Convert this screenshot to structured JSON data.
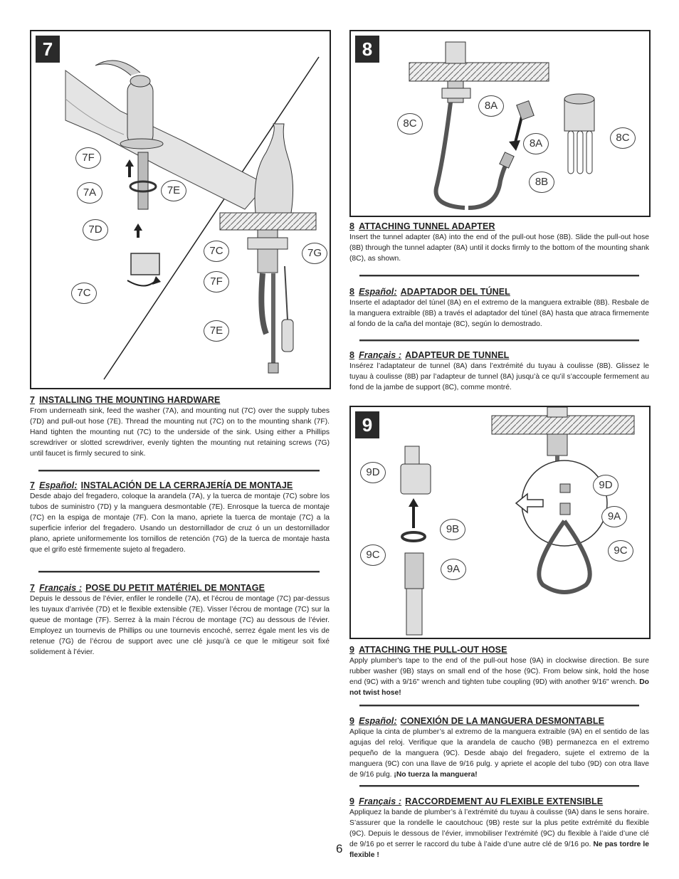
{
  "page_number": "6",
  "steps": {
    "s7": {
      "number": "7",
      "callouts": {
        "c7F_top": "7F",
        "c7A": "7A",
        "c7E_top": "7E",
        "c7D": "7D",
        "c7C_left": "7C",
        "c7C_right": "7C",
        "c7G": "7G",
        "c7F_right": "7F",
        "c7E_right": "7E"
      }
    },
    "s8": {
      "number": "8",
      "callouts": {
        "c8C_left": "8C",
        "c8A_top": "8A",
        "c8A_mid": "8A",
        "c8B": "8B",
        "c8C_right": "8C"
      }
    },
    "s9": {
      "number": "9",
      "callouts": {
        "c9D_left": "9D",
        "c9B": "9B",
        "c9C_left": "9C",
        "c9A_left": "9A",
        "c9D_right": "9D",
        "c9A_right": "9A",
        "c9C_right": "9C"
      }
    }
  },
  "text": {
    "s7_en": {
      "num": "7",
      "title": "INSTALLING THE MOUNTING HARDWARE",
      "body": "From underneath sink, feed the washer (7A), and mounting nut (7C) over the supply tubes (7D) and pull-out hose (7E). Thread the mounting nut (7C) on to the mounting shank (7F). Hand tighten the mounting nut (7C) to the underside of the sink. Using either a Phillips screwdriver or slotted screwdriver, evenly tighten the mounting nut retaining screws (7G) until faucet is firmly secured to sink."
    },
    "s7_es": {
      "num": "7",
      "lang": "Español:",
      "title": "INSTALACIÓN DE LA CERRAJERÍA DE MONTAJE",
      "body": "Desde abajo del fregadero, coloque la arandela (7A), y la tuerca de montaje (7C) sobre los tubos de suministro (7D) y la manguera desmontable (7E). Enrosque la tuerca de montaje (7C) en la espiga de montaje (7F). Con la mano, apriete la tuerca de montaje (7C) a la superficie inferior del fregadero. Usando un destornillador de cruz ó un un destornillador plano, apriete uniformemente los tornillos de retención (7G) de la tuerca de montaje hasta que el grifo esté firmemente sujeto al fregadero."
    },
    "s7_fr": {
      "num": "7",
      "lang": "Français :",
      "title": "POSE DU PETIT MATÉRIEL DE MONTAGE",
      "body": "Depuis le dessous de l’évier, enfiler le rondelle (7A), et l’écrou de montage (7C) par-dessus les tuyaux d’arrivée (7D) et le flexible extensible (7E). Visser l’écrou de montage (7C) sur la queue de montage (7F). Serrez à la main l’écrou de montage (7C) au dessous de l’évier. Employez un tournevis de Phillips ou une tournevis encoché, serrez égale ment les vis de retenue (7G) de l’écrou de support avec une clé jusqu’à ce que le mitigeur soit fixé solidement à l’évier."
    },
    "s8_en": {
      "num": "8",
      "title": "ATTACHING TUNNEL ADAPTER",
      "body": "Insert the tunnel adapter (8A) into the end of the pull-out hose (8B). Slide the pull-out hose (8B) through the tunnel adapter (8A) until it docks firmly to the bottom of the mounting shank (8C), as shown."
    },
    "s8_es": {
      "num": "8",
      "lang": "Español:",
      "title": "ADAPTADOR DEL TÚNEL",
      "body": "Inserte el adaptador del túnel (8A) en el extremo de la manguera extraible (8B). Resbale de la manguera extraible (8B) a través el adaptador del túnel (8A) hasta que atraca firmemente al fondo de la caña del montaje (8C), según lo demostrado."
    },
    "s8_fr": {
      "num": "8",
      "lang": "Français :",
      "title": "ADAPTEUR DE TUNNEL",
      "body": "Insérez l’adaptateur de tunnel (8A) dans l’extrémité du tuyau à coulisse (8B). Glissez  le tuyau à coulisse (8B) par l’adapteur de tunnel (8A) jusqu’à ce qu’il s’accouple fermement au fond de la jambe de support (8C), comme montré."
    },
    "s9_en": {
      "num": "9",
      "title": "ATTACHING THE PULL-OUT HOSE",
      "body": "Apply plumber's tape to the end of the pull-out hose (9A) in clockwise direction. Be sure rubber washer (9B) stays on small end of the hose (9C). From below sink, hold the hose end (9C) with a 9/16\" wrench and tighten tube coupling (9D) with another 9/16\" wrench.",
      "bold": "Do not twist hose!"
    },
    "s9_es": {
      "num": "9",
      "lang": "Español:",
      "title": "CONEXIÓN DE LA MANGUERA DESMONTABLE",
      "body": "Aplique la cinta de plumber’s al extremo de la manguera extraible (9A) en el sentido de las agujas del reloj. Verifique que la arandela de caucho (9B) permanezca en el extremo pequeño de la manguera (9C). Desde abajo del fregadero, sujete el extremo de la manguera (9C) con una llave de 9/16 pulg. y apriete el acople del tubo (9D) con otra llave de 9/16 pulg.",
      "bold": "¡No tuerza la manguera!"
    },
    "s9_fr": {
      "num": "9",
      "lang": "Français :",
      "title": "RACCORDEMENT AU FLEXIBLE EXTENSIBLE",
      "body": "Appliquez la bande de plumber’s à l’extrémité du tuyau à coulisse (9A) dans le sens horaire. S’assurer que la rondelle le caoutchouc (9B) reste sur la plus petite extrémité du flexible (9C). Depuis le dessous de l’évier, immobiliser l’extrémité (9C) du flexible à l’aide d’une clé de 9/16 po et serrer le raccord du tube à l’aide d’une autre clé de 9/16 po.",
      "bold": "Ne pas tordre le flexible !"
    }
  }
}
